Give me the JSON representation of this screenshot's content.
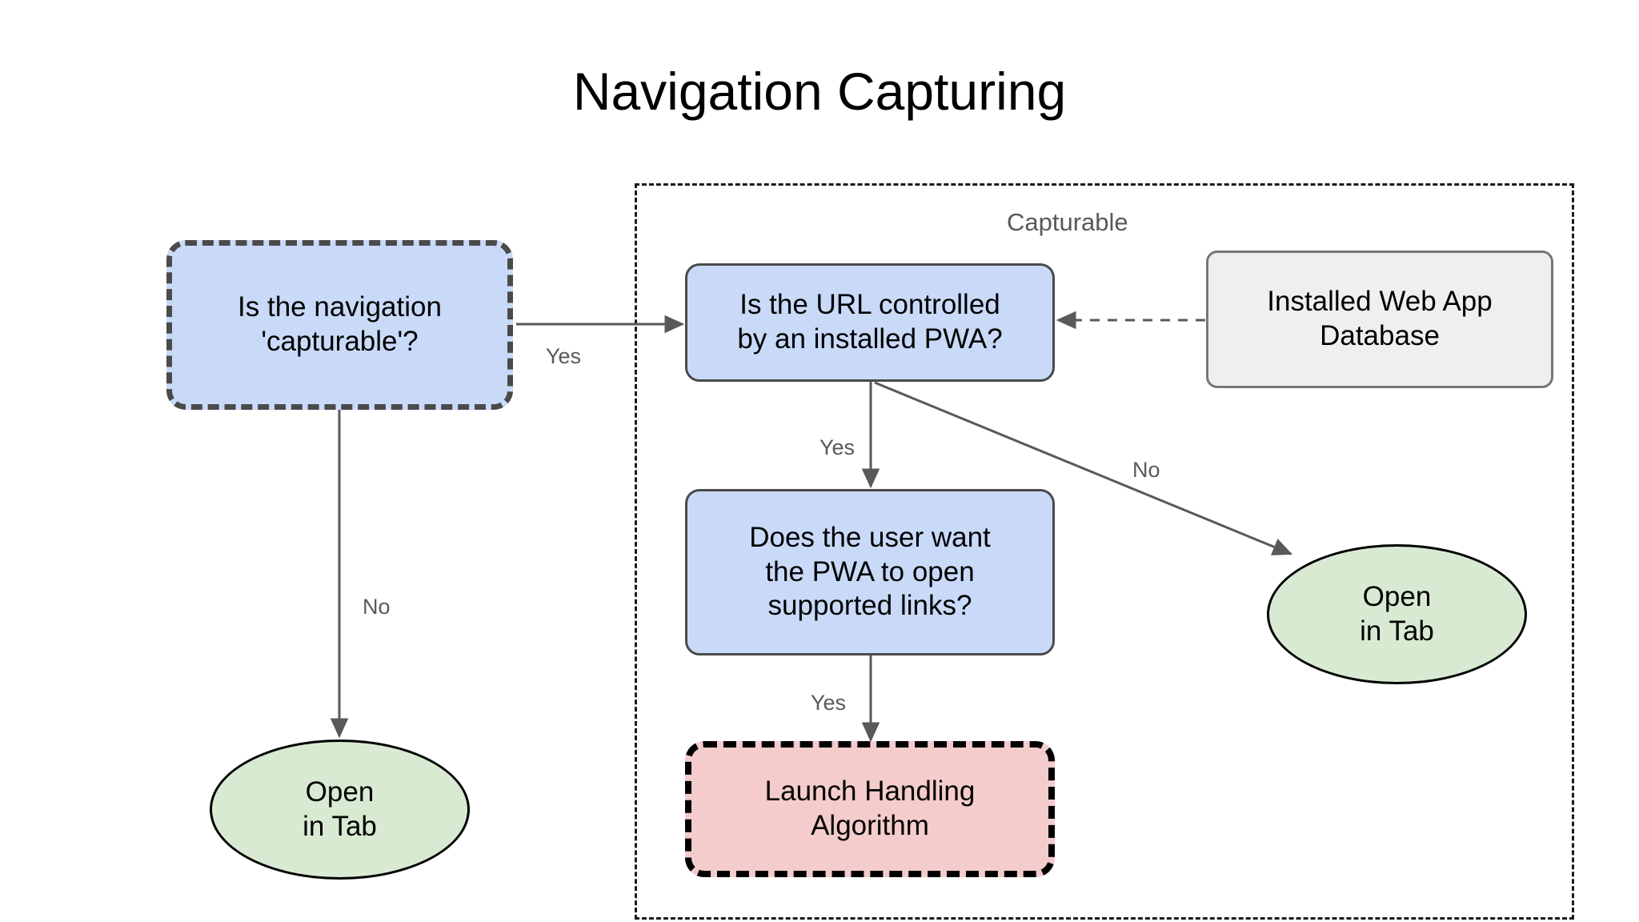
{
  "title": "Navigation Capturing",
  "group": {
    "label": "Capturable"
  },
  "nodes": [
    {
      "id": "is-navigation-capturable",
      "label": "Is the navigation\n'capturable'?",
      "shape": "rounded-rect-dashed",
      "fill": "#c9daf8",
      "stroke": "#4a4a4a"
    },
    {
      "id": "is-url-controlled-by-pwa",
      "label": "Is the URL controlled\nby an installed PWA?",
      "shape": "rounded-rect",
      "fill": "#c9daf8",
      "stroke": "#4a4a4a"
    },
    {
      "id": "installed-web-app-database",
      "label": "Installed Web App\nDatabase",
      "shape": "rounded-rect",
      "fill": "#efefef",
      "stroke": "#767676"
    },
    {
      "id": "does-user-want-pwa-open-links",
      "label": "Does the user want\nthe PWA to open\nsupported links?",
      "shape": "rounded-rect",
      "fill": "#c9daf8",
      "stroke": "#4a4a4a"
    },
    {
      "id": "launch-handling-algorithm",
      "label": "Launch Handling\nAlgorithm",
      "shape": "rounded-rect-dashed",
      "fill": "#f4cccc",
      "stroke": "#000000"
    },
    {
      "id": "open-in-tab-left",
      "label": "Open\nin Tab",
      "shape": "ellipse",
      "fill": "#d9ead3",
      "stroke": "#000000"
    },
    {
      "id": "open-in-tab-right",
      "label": "Open\nin Tab",
      "shape": "ellipse",
      "fill": "#d9ead3",
      "stroke": "#000000"
    }
  ],
  "edges": [
    {
      "id": "capturable-yes",
      "label": "Yes",
      "from": "is-navigation-capturable",
      "to": "is-url-controlled-by-pwa",
      "style": "solid"
    },
    {
      "id": "capturable-no",
      "label": "No",
      "from": "is-navigation-capturable",
      "to": "open-in-tab-left",
      "style": "solid"
    },
    {
      "id": "url-controlled-yes",
      "label": "Yes",
      "from": "is-url-controlled-by-pwa",
      "to": "does-user-want-pwa-open-links",
      "style": "solid"
    },
    {
      "id": "url-controlled-no",
      "label": "No",
      "from": "is-url-controlled-by-pwa",
      "to": "open-in-tab-right",
      "style": "solid"
    },
    {
      "id": "user-wants-yes",
      "label": "Yes",
      "from": "does-user-want-pwa-open-links",
      "to": "launch-handling-algorithm",
      "style": "solid"
    },
    {
      "id": "database-lookup",
      "label": "",
      "from": "installed-web-app-database",
      "to": "is-url-controlled-by-pwa",
      "style": "dashed"
    }
  ],
  "colors": {
    "decision_fill": "#c9daf8",
    "datastore_fill": "#efefef",
    "terminal_fill": "#f4cccc",
    "ellipse_fill": "#d9ead3",
    "edge_stroke": "#595959",
    "label_text": "#595959",
    "body_text": "#000000"
  }
}
